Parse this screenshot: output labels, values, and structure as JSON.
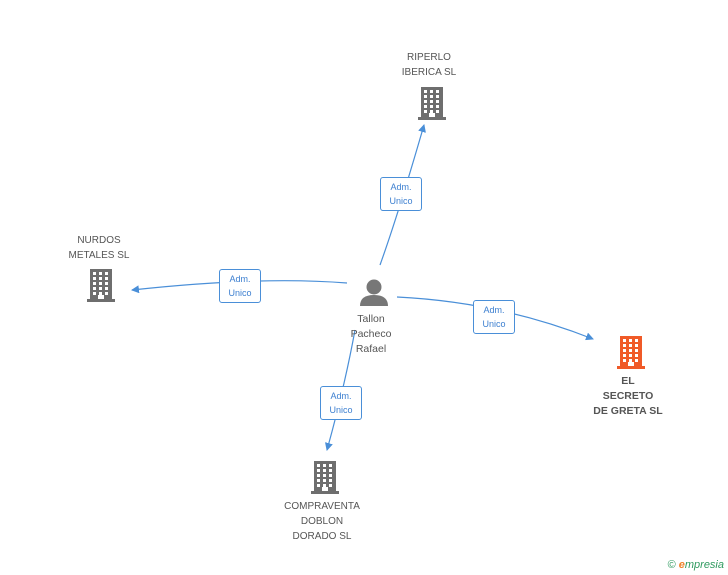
{
  "person": {
    "name": "Tallon\nPacheco\nRafael",
    "icon": "person-icon"
  },
  "companies": [
    {
      "id": "riperlo",
      "name": "RIPERLO\nIBERICA SL",
      "color": "#6e6e6e"
    },
    {
      "id": "nurdos",
      "name": "NURDOS\nMETALES SL",
      "color": "#6e6e6e"
    },
    {
      "id": "secreto",
      "name": "EL\nSECRETO\nDE GRETA SL",
      "color": "#f05a28"
    },
    {
      "id": "compraventa",
      "name": "COMPRAVENTA\nDOBLON\nDORADO SL",
      "color": "#6e6e6e"
    }
  ],
  "edges": [
    {
      "to": "riperlo",
      "label": "Adm.\nUnico"
    },
    {
      "to": "nurdos",
      "label": "Adm.\nUnico"
    },
    {
      "to": "secreto",
      "label": "Adm.\nUnico"
    },
    {
      "to": "compraventa",
      "label": "Adm.\nUnico"
    }
  ],
  "colors": {
    "edge": "#4a8fd8",
    "building": "#6e6e6e",
    "highlight": "#f05a28"
  },
  "footer": {
    "copyright": "©",
    "brand_first": "e",
    "brand_rest": "mpresia"
  }
}
